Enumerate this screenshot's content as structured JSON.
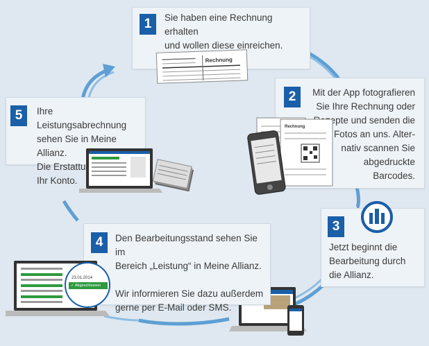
{
  "steps": [
    {
      "number": "1",
      "lines": [
        "Sie haben eine Rechnung erhalten",
        "und wollen diese einreichen."
      ]
    },
    {
      "number": "2",
      "lines": [
        "Mit der App fotografieren",
        "Sie Ihre Rechnung oder",
        "Rezepte und senden die",
        "Fotos an uns. Alter-",
        "nativ scannen Sie",
        "abgedruckte",
        "Barcodes."
      ]
    },
    {
      "number": "3",
      "lines": [
        "Jetzt beginnt die",
        "Bearbeitung durch",
        "die Allianz."
      ]
    },
    {
      "number": "4",
      "lines": [
        "Den Bearbeitungsstand sehen Sie im",
        "Bereich „Leistung“ in Meine Allianz.",
        "",
        "Wir informieren Sie dazu außerdem",
        "gerne per E-Mail oder SMS."
      ]
    },
    {
      "number": "5",
      "lines": [
        "Ihre Leistungsabrechnung",
        "sehen Sie in Meine Allianz.",
        "Die Erstattung erfolgt auf",
        "Ihr Konto."
      ]
    }
  ],
  "illustrations": {
    "invoice_label": "Rechnung",
    "small_invoice_label": "Rechnung",
    "status_date": "23.01.2014",
    "status_badge": "Abgeschlossen",
    "logo": "allianz-eagle-logo"
  },
  "colors": {
    "step_badge": "#1a5fa8",
    "arrow": "#5e9fd4",
    "background": "#dfe8f0"
  }
}
